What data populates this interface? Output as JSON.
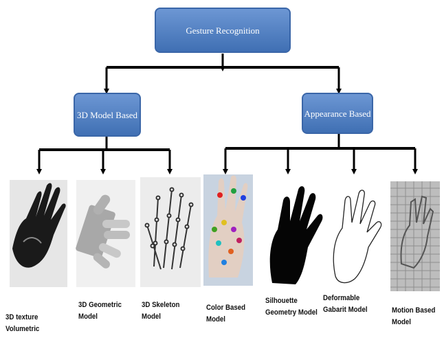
{
  "diagram": {
    "root": {
      "label": "Gesture Recognition"
    },
    "branches": [
      {
        "label": "3D Model Based"
      },
      {
        "label": "Appearance Based"
      }
    ],
    "leaves": [
      {
        "label": "3D texture\nVolumetric",
        "image": "hand-texture-volumetric"
      },
      {
        "label": "3D Geometric\nModel",
        "image": "hand-geometric"
      },
      {
        "label": "3D Skeleton\nModel",
        "image": "hand-skeleton"
      },
      {
        "label": "Color Based\nModel",
        "image": "hand-color-markers"
      },
      {
        "label": "Silhouette\nGeometry Model",
        "image": "hand-silhouette"
      },
      {
        "label": "Deformable\nGabarit Model",
        "image": "hand-outline"
      },
      {
        "label": "Motion Based\nModel",
        "image": "hand-motion"
      }
    ],
    "colors": {
      "box_fill": "#4f7fc0",
      "box_stroke": "#3a66a8",
      "connector": "#000000"
    }
  }
}
